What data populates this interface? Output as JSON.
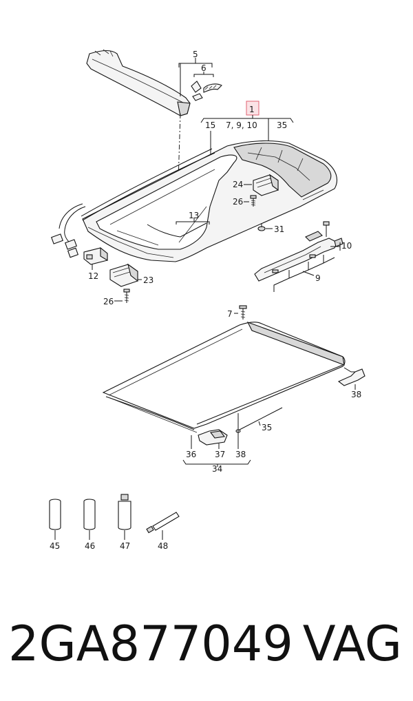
{
  "callouts": {
    "c5": "5",
    "c6": "6",
    "c1": "1",
    "c15": "15",
    "c7_9_10": "7, 9, 10",
    "c35a": "35",
    "c24": "24",
    "c26a": "26",
    "c13": "13",
    "c31": "31",
    "c10": "10",
    "c12": "12",
    "c23": "23",
    "c26b": "26",
    "c9": "9",
    "c7": "7",
    "c38a": "38",
    "c35b": "35",
    "c36": "36",
    "c37": "37",
    "c38b": "38",
    "c34": "34",
    "c45": "45",
    "c46": "46",
    "c47": "47",
    "c48": "48"
  },
  "highlight_color": "#e06070",
  "footer": {
    "part_number": "2GA877049",
    "brand": "VAG"
  }
}
